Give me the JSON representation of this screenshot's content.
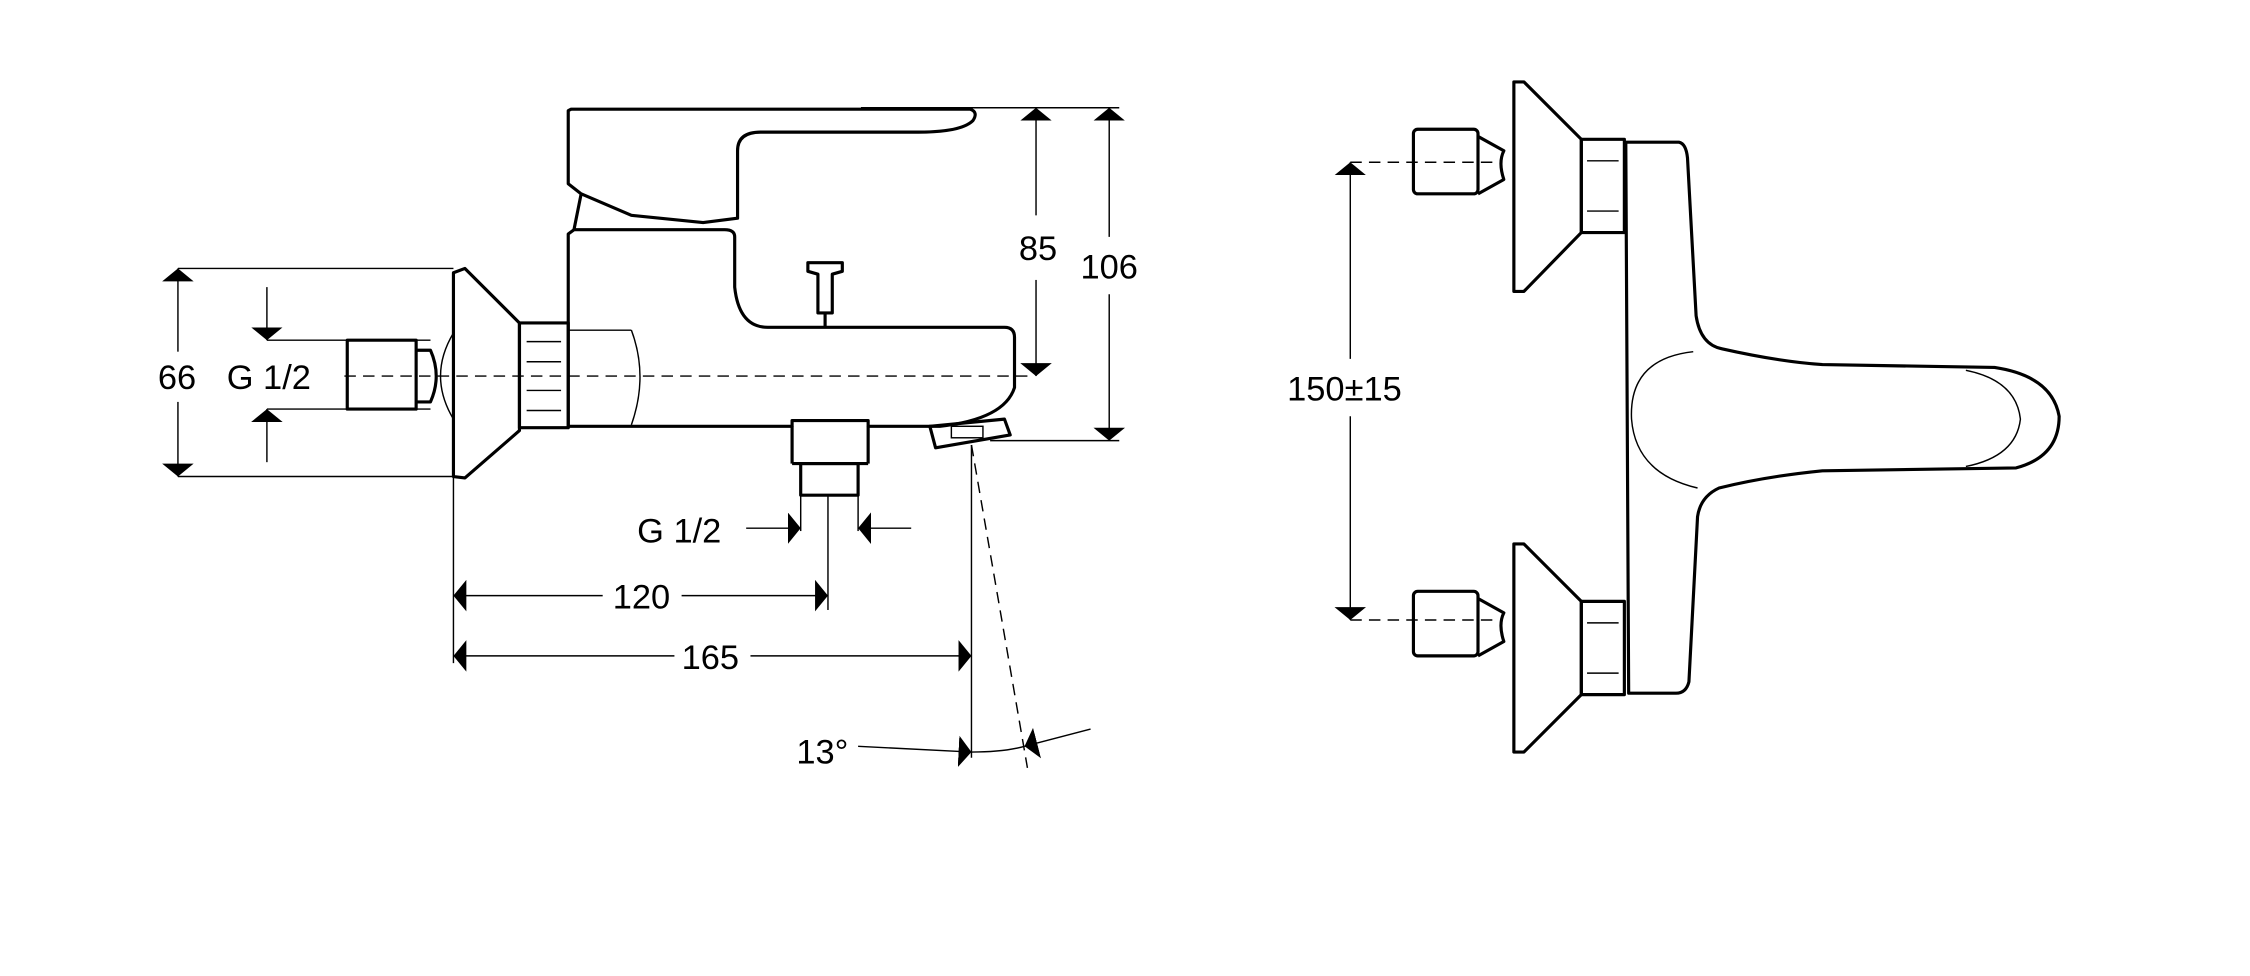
{
  "side_view": {
    "dim_height_inlet": "66",
    "thread_inlet": "G 1/2",
    "thread_outlet": "G 1/2",
    "dim_outlet_distance": "120",
    "dim_projection": "165",
    "dim_spout_height": "85",
    "dim_total_height": "106",
    "spout_angle": "13°"
  },
  "front_view": {
    "dim_inlet_spacing": "150±15"
  }
}
